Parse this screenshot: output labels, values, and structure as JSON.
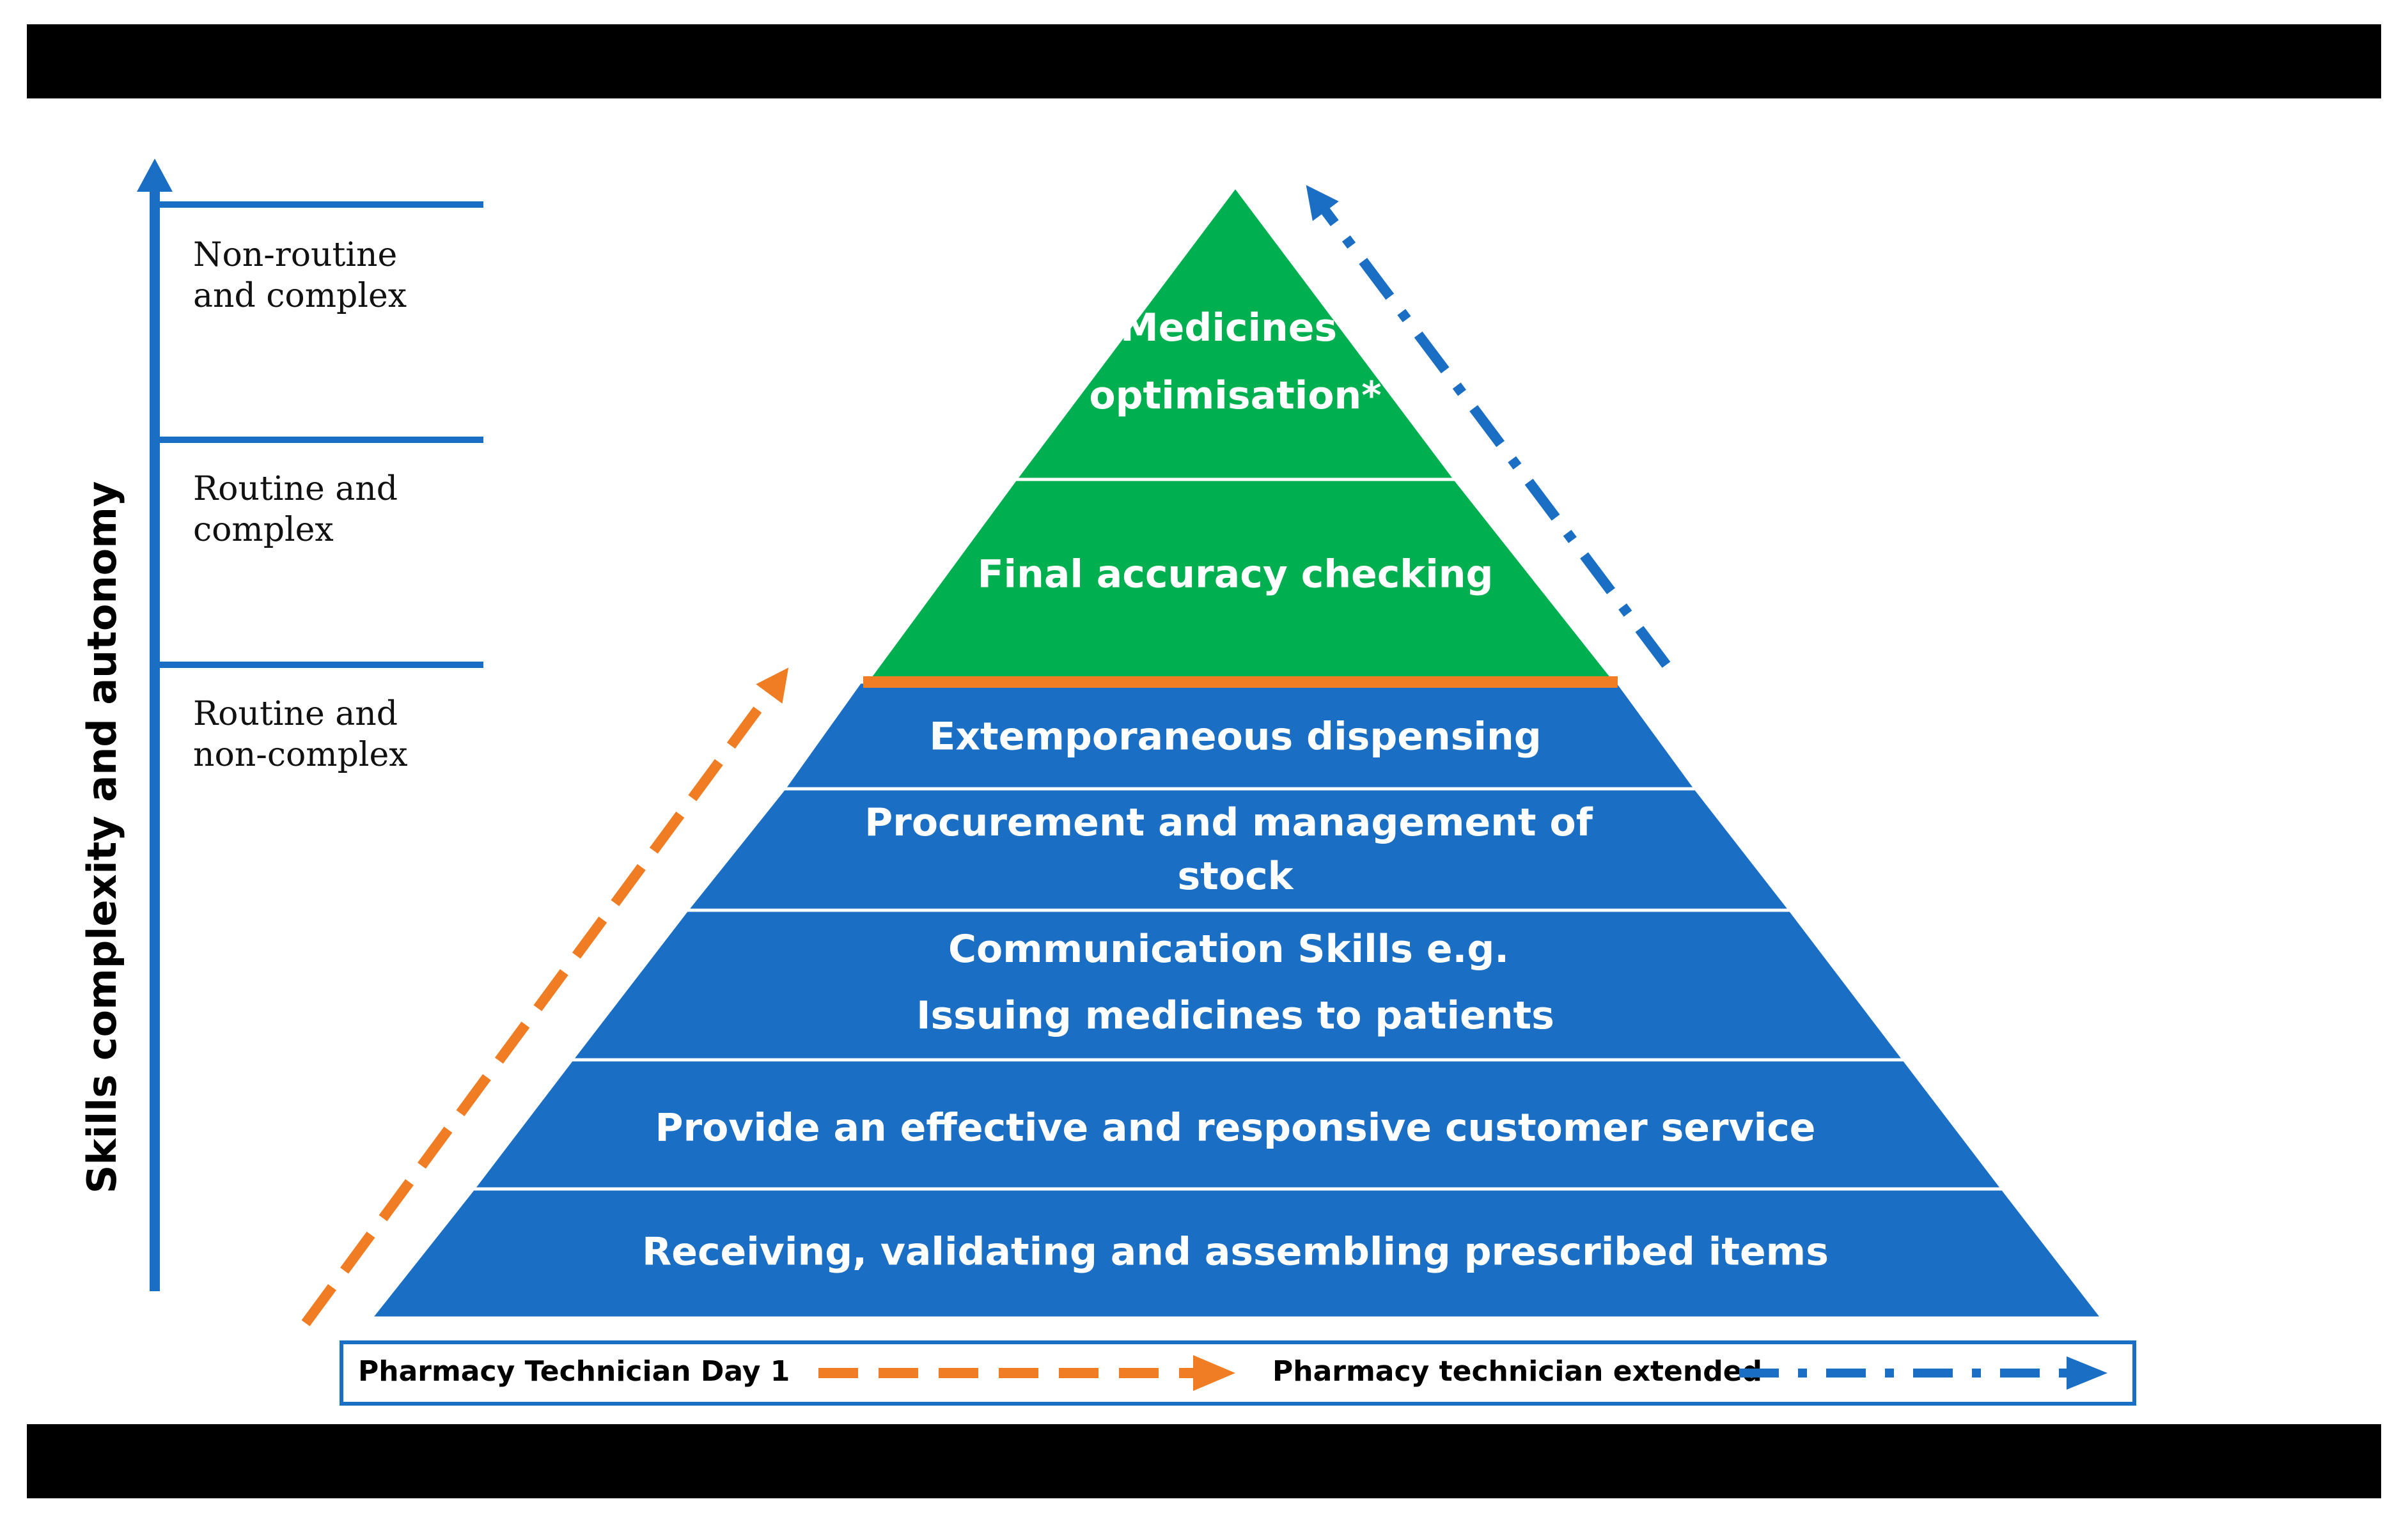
{
  "axis_label": "Skills complexity and autonomy",
  "levels": [
    {
      "lines": [
        "Non-routine",
        "and complex"
      ]
    },
    {
      "lines": [
        "Routine and",
        "complex"
      ]
    },
    {
      "lines": [
        "Routine and",
        "non-complex"
      ]
    }
  ],
  "pyramid": {
    "tiers": [
      {
        "lines": [
          "Medicines",
          "optimisation*"
        ],
        "color": "#00b050"
      },
      {
        "lines": [
          "Final accuracy checking"
        ],
        "color": "#00b050"
      },
      {
        "lines": [
          "Extemporaneous dispensing"
        ],
        "color": "#1a6fc4"
      },
      {
        "lines": [
          "Procurement and management of",
          "stock"
        ],
        "color": "#1a6fc4"
      },
      {
        "lines": [
          "Communication Skills e.g.",
          "Issuing medicines to patients"
        ],
        "color": "#1a6fc4"
      },
      {
        "lines": [
          "Provide an effective and responsive customer service"
        ],
        "color": "#1a6fc4"
      },
      {
        "lines": [
          "Receiving, validating and assembling  prescribed items"
        ],
        "color": "#1a6fc4"
      }
    ],
    "divider_color": "#f07d23"
  },
  "legend": {
    "day1_label": "Pharmacy Technician Day 1",
    "extended_label": "Pharmacy technician extended",
    "day1_color": "#f07d23",
    "extended_color": "#1a6fc4"
  },
  "colors": {
    "frame": "#000000",
    "axis": "#1a6fc4",
    "green": "#00b050",
    "blue": "#1a6fc4",
    "orange": "#f07d23"
  }
}
